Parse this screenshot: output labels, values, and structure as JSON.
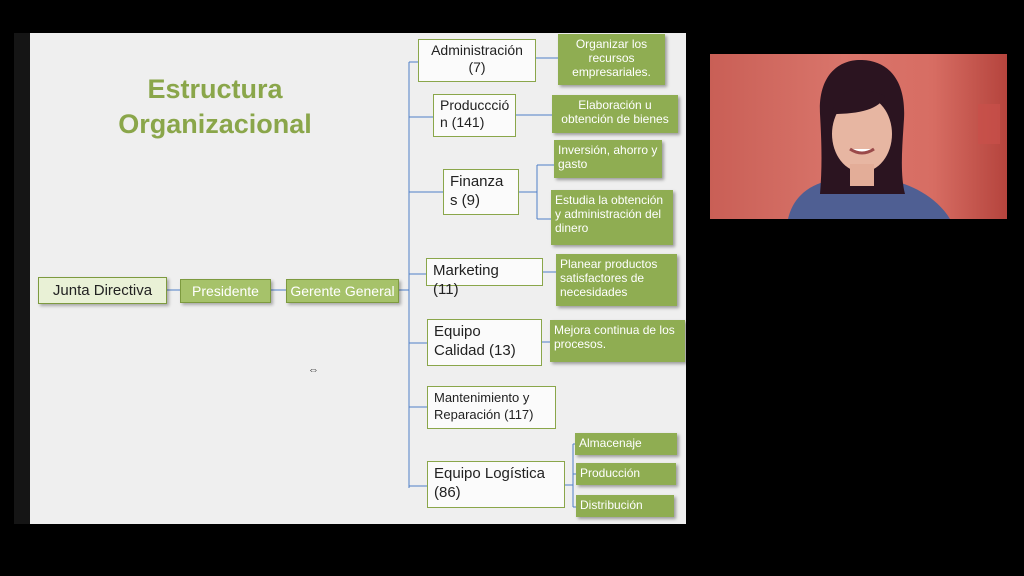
{
  "title_line1": "Estructura",
  "title_line2": "Organizacional",
  "chain": {
    "junta": "Junta Directiva",
    "presidente": "Presidente",
    "gerente": "Gerente General"
  },
  "departments": [
    {
      "line1": "Administración",
      "line2": "(7)"
    },
    {
      "line1": "Produccció",
      "line2": "n (141)"
    },
    {
      "line1": "Finanza",
      "line2": "s (9)"
    },
    {
      "line1": "Marketing",
      "line2": "(11)"
    },
    {
      "line1": "Equipo",
      "line2": "Calidad (13)"
    },
    {
      "line1": "Mantenimiento y",
      "line2": "Reparación (117)"
    },
    {
      "line1": "Equipo Logística",
      "line2": "(86)"
    }
  ],
  "descriptions": {
    "administracion": "Organizar los recursos empresariales.",
    "produccion": "Elaboración u obtención de bienes",
    "finanzas_1": "Inversión, ahorro y gasto",
    "finanzas_2": "Estudia la obtención y administración del dinero",
    "marketing": "Planear productos satisfactores de necesidades",
    "calidad": "Mejora continua de los procesos.",
    "logistica_1": "Almacenaje",
    "logistica_2": "Producción",
    "logistica_3": "Distribución"
  },
  "colors": {
    "accent_green": "#8fad52",
    "title_green": "#8aa64a",
    "connector_blue": "#4f7fc7"
  }
}
